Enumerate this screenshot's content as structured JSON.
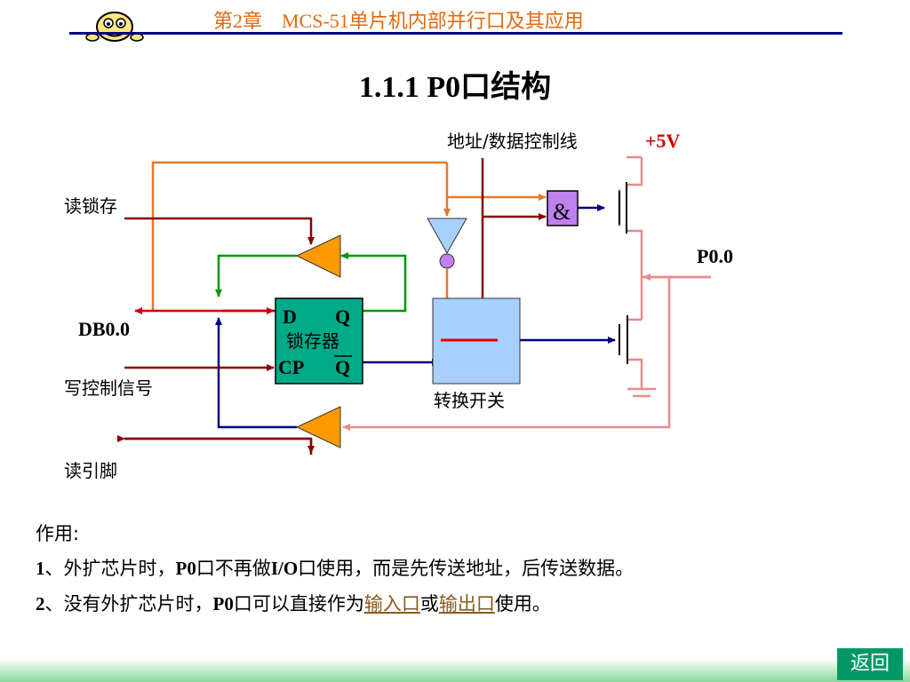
{
  "header": {
    "chapter_title": "第2章　MCS-51单片机内部并行口及其应用"
  },
  "slide": {
    "title": "1.1.1   P0口结构"
  },
  "diagram": {
    "addr_data_ctrl_label": "地址/数据控制线",
    "vcc_label": "+5V",
    "read_latch_label": "读锁存",
    "and_symbol": "&",
    "pin_label": "P0.0",
    "db_label": "DB0.0",
    "latch_d": "D",
    "latch_q": "Q",
    "latch_name": "锁存器",
    "latch_cp": "CP",
    "latch_qbar": "Q",
    "write_ctrl_label": "写控制信号",
    "switch_label": "转换开关",
    "read_pin_label": "读引脚"
  },
  "text": {
    "function_heading": "作用:",
    "line1_num": "1",
    "line1_a": "、外扩芯片时，",
    "line1_p0": "P0",
    "line1_b": "口不再做",
    "line1_io": "I/O",
    "line1_c": "口使用，而是先传送地址，后传送数据。",
    "line2_num": "2",
    "line2_a": "、没有外扩芯片时，",
    "line2_p0": "P0",
    "line2_b": "口可以直接作为",
    "line2_link_input": "输入口",
    "line2_or": "或",
    "line2_link_output": "输出口",
    "line2_c": "使用。"
  },
  "nav": {
    "back_label": "返回"
  },
  "colors": {
    "orange": "#e8782a",
    "green": "#009900",
    "navy": "#000080",
    "darkred": "#8b0000",
    "pink": "#e88a8a",
    "red": "#cc0000"
  }
}
